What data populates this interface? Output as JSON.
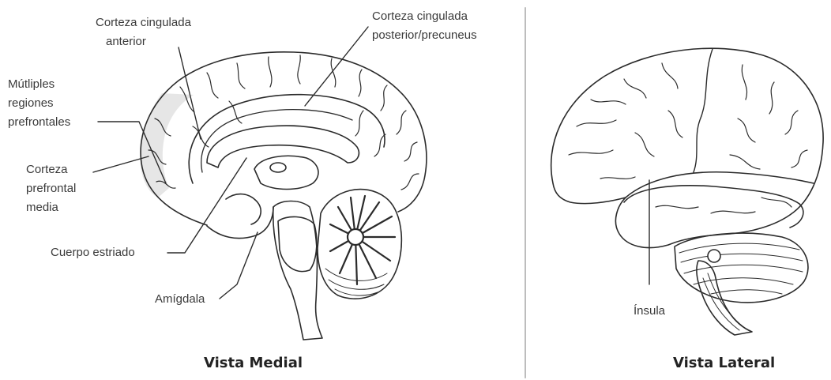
{
  "colors": {
    "ink": "#2b2b2b",
    "shade": "#e6e6e6",
    "divider": "#bdbdbd"
  },
  "medial": {
    "caption": "Vista Medial",
    "labels": {
      "acc_line1": "Corteza cingulada",
      "acc_line2": "anterior",
      "pcc_line1": "Corteza cingulada",
      "pcc_line2": "posterior/precuneus",
      "pfc_line1": "Mútliples",
      "pfc_line2": "regiones",
      "pfc_line3": "prefrontales",
      "mpfc_line1": "Corteza",
      "mpfc_line2": "prefrontal",
      "mpfc_line3": "media",
      "striatum": "Cuerpo estriado",
      "amygdala": "Amígdala"
    }
  },
  "lateral": {
    "caption": "Vista Lateral",
    "labels": {
      "insula": "Ínsula"
    }
  }
}
